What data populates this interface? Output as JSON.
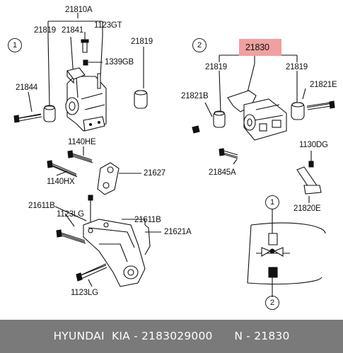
{
  "labels": {
    "p21810A": "21810A",
    "p21819_tl": "21819",
    "p21841": "21841",
    "p1123GT": "1123GT",
    "p21819_tr": "21819",
    "p1339GB": "1339GB",
    "p21844": "21844",
    "p21830": "21830",
    "p21819_ml": "21819",
    "p21819_mr": "21819",
    "p21821B": "21821B",
    "p21821E": "21821E",
    "p21845A": "21845A",
    "p1130DG": "1130DG",
    "p21820E": "21820E",
    "p1140HE": "1140HE",
    "p1140HX": "1140HX",
    "p21627": "21627",
    "p21611B_l": "21611B",
    "p1123LG_t": "1123LG",
    "p21611B_r": "21611B",
    "p21621A": "21621A",
    "p1123LG_b": "1123LG"
  },
  "callouts": {
    "c1_top": "1",
    "c2_top": "2",
    "c1_inset": "1",
    "c2_inset": "2"
  },
  "footer": {
    "brand": "HYUNDAI  KIA",
    "part_number": "2183029000",
    "ref": "N - 21830"
  },
  "colors": {
    "highlight": "#f0a0a0",
    "footer_bg": "#7a7a7a",
    "ink": "#111111"
  }
}
